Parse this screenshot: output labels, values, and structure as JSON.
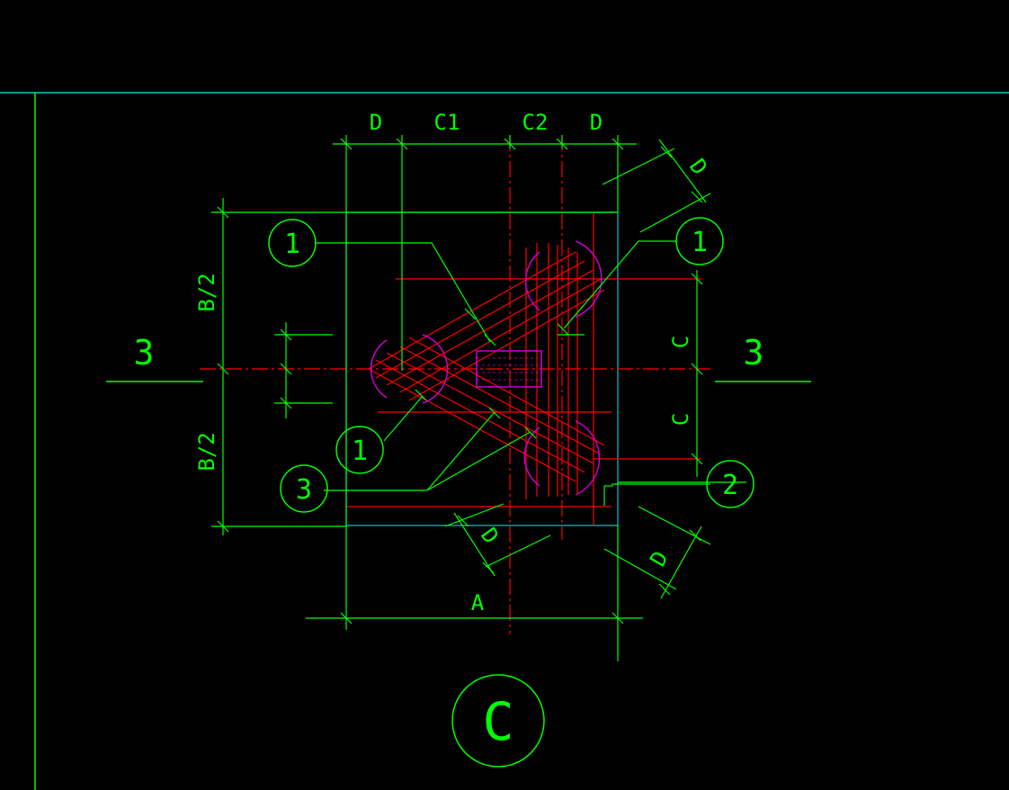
{
  "colors": {
    "background": "#000000",
    "frame": "#00cccc",
    "dimension": "#00ff00",
    "outline": "#00cccc",
    "rebar": "#ff0000",
    "hook": "#cc00cc",
    "centerline": "#ff0000"
  },
  "dimensions": {
    "top": [
      "D",
      "C1",
      "C2",
      "D"
    ],
    "left_upper": "B/2",
    "left_lower": "B/2",
    "right_upper": "C",
    "right_lower": "C",
    "bottom": "A",
    "diag_top_right": "D",
    "diag_bottom_mid": "D",
    "diag_bottom_right": "D"
  },
  "section_marks": {
    "left": "3",
    "right": "3"
  },
  "callouts": {
    "top_left": "1",
    "top_right": "1",
    "mid_left": "1",
    "bottom_left": "3",
    "right": "2"
  },
  "detail_label": "C"
}
